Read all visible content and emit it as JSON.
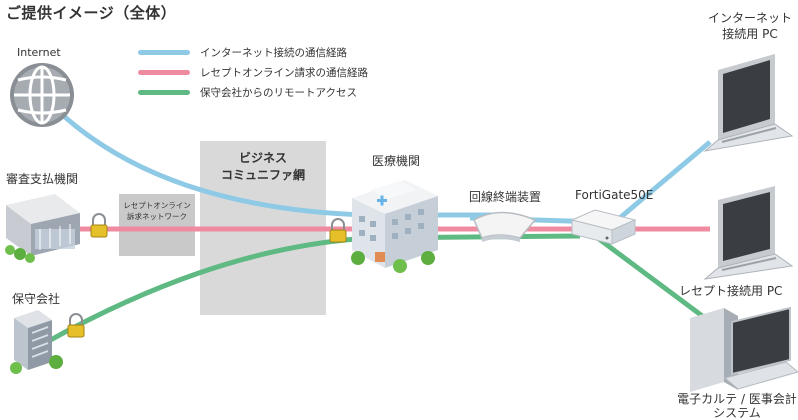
{
  "title": "ご提供イメージ（全体）",
  "colors": {
    "internet_route": "#8ecae6",
    "receipt_route": "#ef8ba1",
    "remote_route": "#5fb983",
    "lock": "#e5c029"
  },
  "legend": [
    {
      "label": "インターネット接続の通信経路",
      "color": "#8ecae6"
    },
    {
      "label": "レセプトオンライン請求の通信経路",
      "color": "#ef8ba1"
    },
    {
      "label": "保守会社からのリモートアクセス",
      "color": "#5fb983"
    }
  ],
  "nodes": {
    "internet": "Internet",
    "review_org": "審査支払機関",
    "receipt_network": [
      "レセプトオンライン",
      "訴求ネットワーク"
    ],
    "business_network": [
      "ビジネス",
      "コミュニファ網"
    ],
    "medical_facility": "医療機関",
    "line_terminal": "回線終端装置",
    "fortigate": "FortiGate50E",
    "internet_pc": [
      "インターネット",
      "接続用 PC"
    ],
    "receipt_pc": "レセプト接続用 PC",
    "maintenance_company": "保守会社",
    "ehr_system": [
      "電子カルテ / 医事会計",
      "システム"
    ]
  }
}
